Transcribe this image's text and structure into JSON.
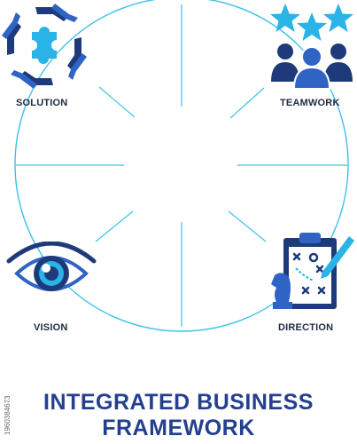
{
  "nodes": {
    "solution": "SOLUTION",
    "teamwork": "TEAMWORK",
    "vision": "VISION",
    "direction": "DIRECTION"
  },
  "title": {
    "line1": "INTEGRATED BUSINESS",
    "line2": "FRAMEWORK"
  },
  "stock_id": "1960384673",
  "colors": {
    "navy": "#1f3a7a",
    "blue": "#2f63c4",
    "cyan": "#29b3e6",
    "ring": "#3cc1ea",
    "title": "#243f8f"
  },
  "icons": {
    "solution": "hands-around-puzzle-icon",
    "teamwork": "team-stars-icon",
    "vision": "eye-icon",
    "direction": "strategy-clipboard-icon"
  }
}
